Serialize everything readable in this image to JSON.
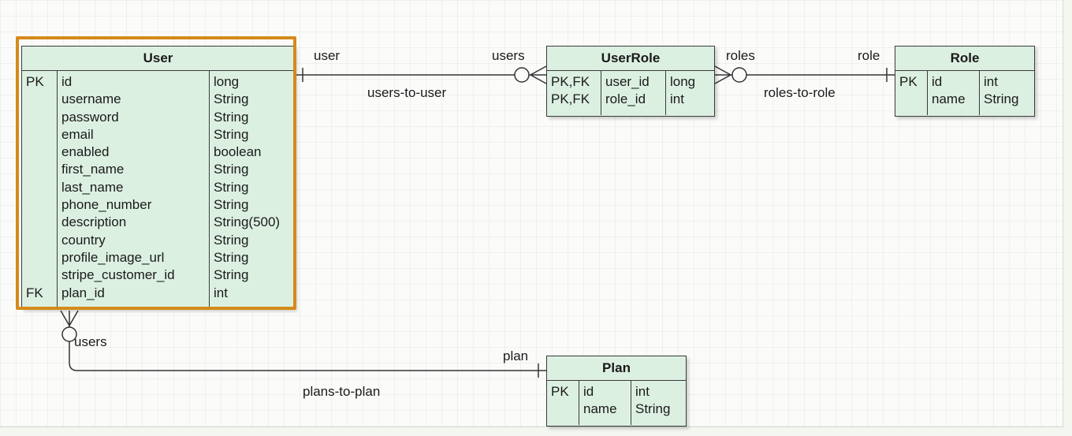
{
  "entities": {
    "user": {
      "title": "User",
      "keys": [
        "PK",
        "",
        "",
        "",
        "",
        "",
        "",
        "",
        "",
        "",
        "",
        "",
        "FK"
      ],
      "fields": [
        "id",
        "username",
        "password",
        "email",
        "enabled",
        "first_name",
        "last_name",
        "phone_number",
        "description",
        "country",
        "profile_image_url",
        "stripe_customer_id",
        "plan_id"
      ],
      "types": [
        "long",
        "String",
        "String",
        "String",
        "boolean",
        "String",
        "String",
        "String",
        "String(500)",
        "String",
        "String",
        "String",
        "int"
      ]
    },
    "userrole": {
      "title": "UserRole",
      "keys": [
        "PK,FK",
        "PK,FK"
      ],
      "fields": [
        "user_id",
        "role_id"
      ],
      "types": [
        "long",
        "int"
      ]
    },
    "role": {
      "title": "Role",
      "keys": [
        "PK",
        ""
      ],
      "fields": [
        "id",
        "name"
      ],
      "types": [
        "int",
        "String"
      ]
    },
    "plan": {
      "title": "Plan",
      "keys": [
        "PK",
        ""
      ],
      "fields": [
        "id",
        "name"
      ],
      "types": [
        "int",
        "String"
      ]
    }
  },
  "relations": {
    "users_to_user": {
      "name": "users-to-user",
      "end_a": "user",
      "end_b": "users"
    },
    "roles_to_role": {
      "name": "roles-to-role",
      "end_a": "roles",
      "end_b": "role"
    },
    "plans_to_plan": {
      "name": "plans-to-plan",
      "end_a": "users",
      "end_b": "plan"
    }
  },
  "colors": {
    "entity_fill": "#dcf0e2",
    "selection": "#d68a1a",
    "line": "#333333"
  }
}
